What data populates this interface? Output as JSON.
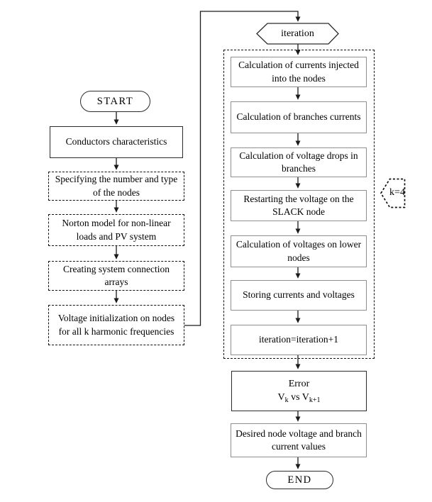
{
  "flowchart": {
    "start_label": "START",
    "left_steps": [
      {
        "label": "Conductors characteristics"
      },
      {
        "label": "Specifying the number and type of the nodes"
      },
      {
        "label": "Norton model for non-linear loads and PV system"
      },
      {
        "label": "Creating system connection arrays"
      },
      {
        "label": "Voltage initialization on nodes for all k harmonic frequencies"
      }
    ],
    "iteration_label": "iteration",
    "loop_steps": [
      {
        "label": "Calculation of currents injected into the nodes"
      },
      {
        "label": "Calculation of branches currents"
      },
      {
        "label": "Calculation of voltage drops in branches"
      },
      {
        "label": "Restarting the voltage on the SLACK node"
      },
      {
        "label": "Calculation of voltages on lower nodes"
      },
      {
        "label": "Storing currents and voltages"
      },
      {
        "label": "iteration=iteration+1"
      }
    ],
    "k_annotation": "k=4",
    "error": {
      "title": "Error",
      "v1": "V",
      "sub1": "k",
      "vs": " vs ",
      "v2": "V",
      "sub2": "k+1"
    },
    "desired_label": "Desired node voltage and branch current values",
    "end_label": "END"
  },
  "colors": {
    "background": "#ffffff",
    "line": "#1a1a1a",
    "dark_border": "#2b2b2b",
    "gray_border": "#8f8f8f"
  }
}
